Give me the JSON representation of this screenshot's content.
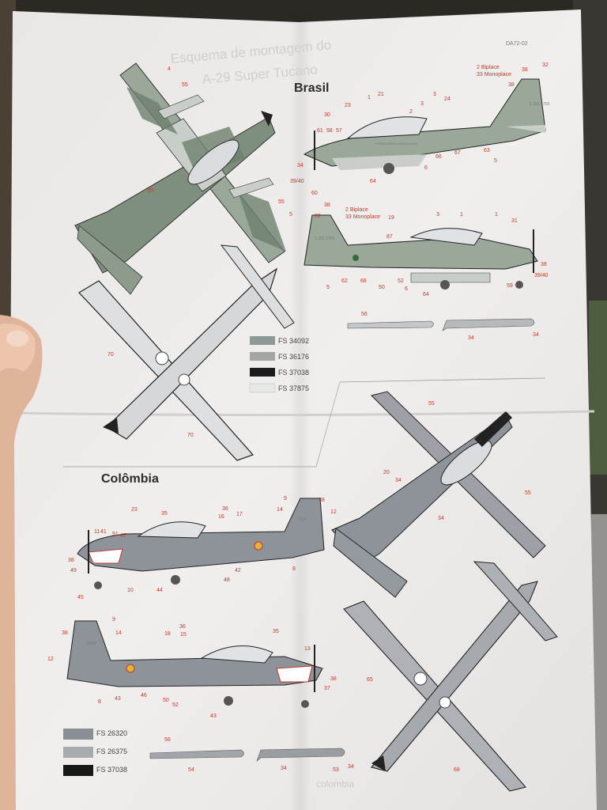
{
  "header": {
    "code": "DA72-02",
    "ghost_line1": "Esquema de montagem do",
    "ghost_line2": "A-29 Super Tucano"
  },
  "sections": {
    "brasil": "Brasil",
    "colombia": "Colômbia"
  },
  "brasil_paints": [
    "FS 34092",
    "FS 36176",
    "FS 37038",
    "FS 37875"
  ],
  "colombia_paints": [
    "FS 26320",
    "FS 26375",
    "FS 37038"
  ],
  "variants": {
    "top": [
      "2 Biplace",
      "33 Monoplace"
    ],
    "mid": [
      "2 Biplace",
      "33 Monoplace"
    ]
  },
  "callouts": {
    "brasil_top_view": [
      "4",
      "55",
      "20",
      "55",
      "5"
    ],
    "brasil_side_1": [
      "38",
      "32",
      "38",
      "30",
      "23",
      "21",
      "3",
      "24",
      "61",
      "58",
      "57",
      "1",
      "2",
      "3",
      "34",
      "6",
      "66",
      "67",
      "63",
      "5",
      "39/40",
      "60",
      "64"
    ],
    "brasil_side_2": [
      "38",
      "22",
      "19",
      "3",
      "1",
      "1",
      "31",
      "87",
      "5",
      "62",
      "68",
      "50",
      "52",
      "6",
      "64",
      "59",
      "38",
      "39/40"
    ],
    "brasil_stores": [
      "56",
      "34",
      "34"
    ],
    "brasil_bottom_view": [
      "70",
      "70"
    ],
    "colombia_top_view": [
      "55",
      "20",
      "34",
      "55",
      "34"
    ],
    "colombia_side_1": [
      "23",
      "35",
      "36",
      "16",
      "17",
      "14",
      "9",
      "38",
      "12",
      "11",
      "41",
      "51",
      "47",
      "38",
      "49",
      "45",
      "10",
      "44",
      "48",
      "42",
      "8"
    ],
    "colombia_side_2": [
      "9",
      "38",
      "14",
      "12",
      "36",
      "18",
      "15",
      "35",
      "13",
      "38",
      "37",
      "8",
      "43",
      "46",
      "50",
      "52",
      "43"
    ],
    "colombia_stores": [
      "56",
      "54",
      "34",
      "53",
      "34"
    ],
    "colombia_bottom_view": [
      "65",
      "68"
    ]
  },
  "markings": {
    "brasil_tail": "1-231 5703",
    "brasil_tail_2": "1-231 5703",
    "colombia_tail": "3124",
    "colombia_tail_2": "3124",
    "fuselage_text": "FORÇA AÉREA BRASILEIRA"
  },
  "footer_ghost": "colombia"
}
